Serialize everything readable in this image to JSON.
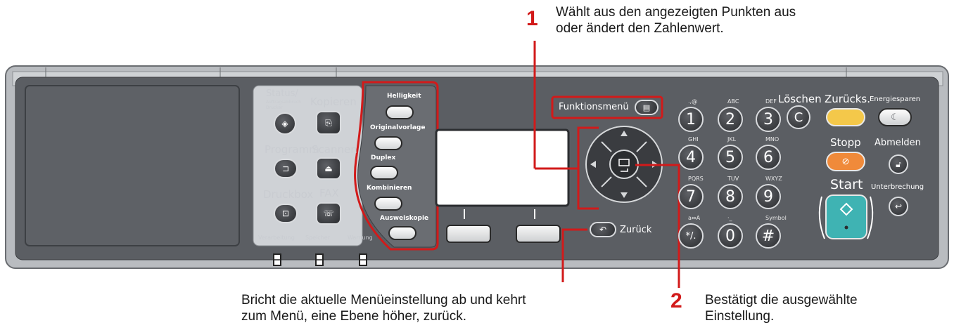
{
  "callouts": {
    "c1": {
      "number": "1",
      "line1": "Wählt aus den angezeigten Punkten aus",
      "line2": "oder ändert den Zahlenwert."
    },
    "c2": {
      "number": "2",
      "line1": "Bestätigt die ausgewählte",
      "line2": "Einstellung."
    },
    "c3": {
      "line1": "Bricht die aktuelle Menüeinstellung ab und kehrt",
      "line2": "zum Menü, eine Ebene höher, zurück."
    }
  },
  "left_keys": {
    "status": "Status/",
    "status_sub": "Auftragsabbruch",
    "status_sub2": "Drucker",
    "kopieren": "Kopieren",
    "programm": "Programm",
    "scannen": "Scannen",
    "druckbox": "Druckbox",
    "fax": "FAX"
  },
  "indicators": {
    "verarbeitung": "Verarbeitung",
    "speicher": "Speicher",
    "warnung": "Warnung"
  },
  "select_keys": [
    "Helligkeit",
    "Originalvorlage",
    "Duplex",
    "Kombinieren",
    "Ausweiskopie"
  ],
  "right_keys": {
    "funktionsmenu": "Funktionsmenü",
    "zuruck": "Zurück",
    "loschen": "Löschen",
    "zurucks": "Zurücks.",
    "energiesparen": "Energiesparen",
    "stopp": "Stopp",
    "abmelden": "Abmelden",
    "start": "Start",
    "unterbrechung": "Unterbrechung",
    "ok": "OK"
  },
  "numpad": [
    {
      "digit": "1",
      "letters": ".,@"
    },
    {
      "digit": "2",
      "letters": "ABC"
    },
    {
      "digit": "3",
      "letters": "DEF"
    },
    {
      "digit": "4",
      "letters": "GHI"
    },
    {
      "digit": "5",
      "letters": "JKL"
    },
    {
      "digit": "6",
      "letters": "MNO"
    },
    {
      "digit": "7",
      "letters": "PQRS"
    },
    {
      "digit": "8",
      "letters": "TUV"
    },
    {
      "digit": "9",
      "letters": "WXYZ"
    },
    {
      "digit": "*/.",
      "letters": "a⇔A"
    },
    {
      "digit": "0",
      "letters": "·_"
    },
    {
      "digit": "#",
      "letters": "Symbol"
    }
  ],
  "colors": {
    "callout_red": "#d21a1a",
    "panel_dark": "#55585d",
    "stop_orange": "#f08a3a",
    "clear_yellow": "#f4c84a",
    "start_teal": "#3fb3b3"
  }
}
